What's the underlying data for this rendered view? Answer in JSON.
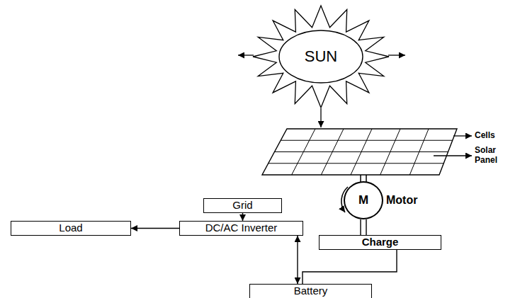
{
  "diagram": {
    "nodes": [
      {
        "text": [
          "SUN"
        ]
      },
      {
        "text": [
          "M",
          "Motor"
        ]
      },
      {
        "text": [
          "Grid"
        ]
      },
      {
        "text": [
          "Load"
        ]
      },
      {
        "text": [
          "DC/AC Inverter"
        ]
      },
      {
        "text": [
          "Charge"
        ]
      },
      {
        "text": [
          "Battery"
        ]
      }
    ],
    "edges": [
      {
        "from": 2,
        "to": 4,
        "arrow": "to"
      },
      {
        "from": 4,
        "to": 3,
        "arrow": "to"
      },
      {
        "from": 4,
        "to": 6,
        "arrow": "both"
      },
      {
        "from": 1,
        "to": 5,
        "arrow": "none"
      },
      {
        "from": 5,
        "to": 6,
        "arrow": "none"
      }
    ],
    "labels": [
      "Cells",
      "Solar Panel"
    ]
  }
}
